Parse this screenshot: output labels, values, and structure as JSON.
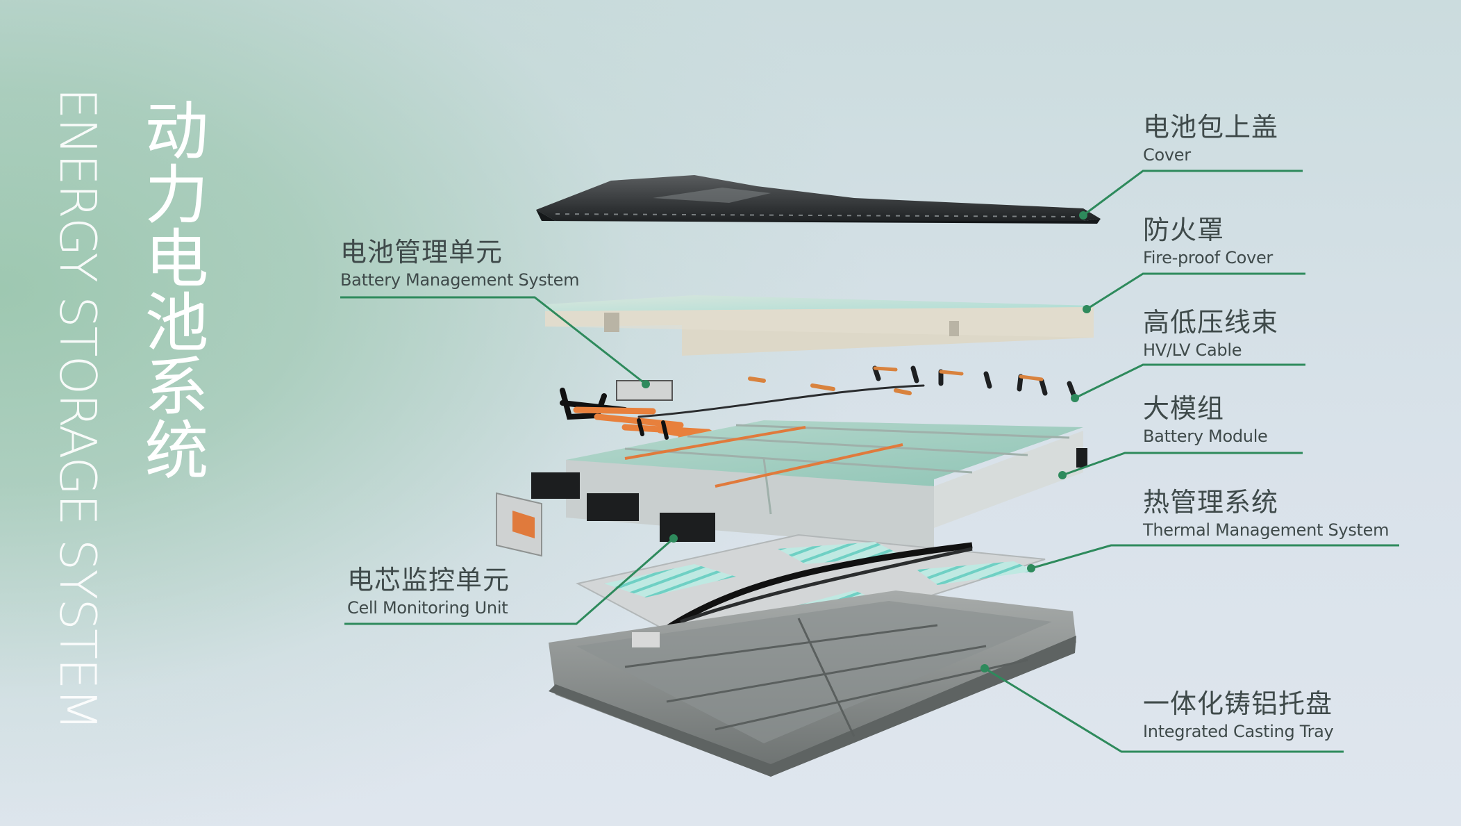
{
  "title_zh": "动力电池系统",
  "title_en": "ENERGY STORAGE SYSTEM",
  "components": {
    "cover": {
      "zh": "电池包上盖",
      "en": "Cover"
    },
    "fireproof_cover": {
      "zh": "防火罩",
      "en": "Fire-proof Cover"
    },
    "cable": {
      "zh": "高低压线束",
      "en": "HV/LV Cable"
    },
    "battery_module": {
      "zh": "大模组",
      "en": "Battery Module"
    },
    "thermal": {
      "zh": "热管理系统",
      "en": "Thermal Management System"
    },
    "tray": {
      "zh": "一体化铸铝托盘",
      "en": "Integrated Casting Tray"
    },
    "bms": {
      "zh": "电池管理单元",
      "en": "Battery Management System"
    },
    "cmu": {
      "zh": "电芯监控单元",
      "en": "Cell Monitoring Unit"
    }
  },
  "colors": {
    "leader_line": "#2e8a5c",
    "background_green": "#9ec8b1",
    "background_blue": "#dfe6ee",
    "text": "#3f4a4a",
    "accent_orange": "#e07a3c"
  }
}
